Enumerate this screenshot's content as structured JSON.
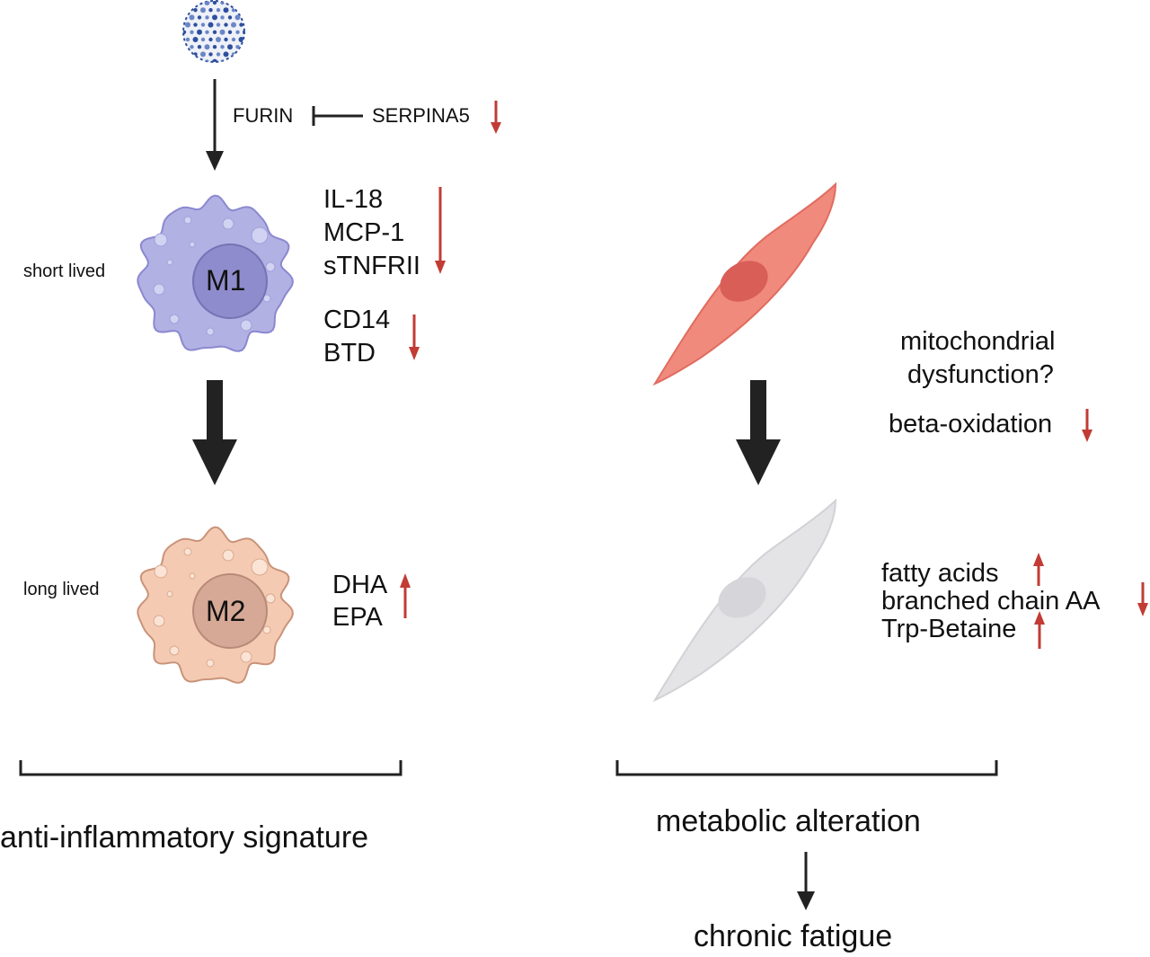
{
  "colors": {
    "down_arrow": "#c23b35",
    "up_arrow": "#c23b35",
    "flow_arrow": "#222222",
    "m1_cell": "#b1b1e4",
    "m1_nucleus": "#8e8ccc",
    "m2_cell": "#f4cbb2",
    "m2_nucleus": "#d6a896",
    "muscle_active": "#f08a7c",
    "muscle_faded": "#e4e4e6",
    "virus": "#2f4f9e"
  },
  "icons": [
    "virus-icon",
    "m1-macrophage-icon",
    "m2-macrophage-icon",
    "muscle-cell-icon",
    "faded-muscle-cell-icon",
    "inhibition-icon"
  ],
  "virus_entry": {
    "furin": "FURIN",
    "serpina5": "SERPINA5",
    "serpina5_trend": "down"
  },
  "m1": {
    "label": "M1",
    "lifespan": "short lived",
    "group1": [
      "IL-18",
      "MCP-1",
      "sTNFRII"
    ],
    "group1_trend": "down",
    "group2": [
      "CD14",
      "BTD"
    ],
    "group2_trend": "down"
  },
  "m2": {
    "label": "M2",
    "lifespan": "long lived",
    "markers": [
      "DHA",
      "EPA"
    ],
    "markers_trend": "up"
  },
  "muscle": {
    "question": [
      "mitochondrial",
      "dysfunction?"
    ],
    "beta_oxidation": "beta-oxidation",
    "beta_oxidation_trend": "down",
    "metabolites": [
      {
        "name": "fatty acids",
        "trend": "up"
      },
      {
        "name": "branched chain AA",
        "trend": "down"
      },
      {
        "name": "Trp-Betaine",
        "trend": "up"
      }
    ]
  },
  "outcomes": {
    "left": "anti-inflammatory signature",
    "right": "metabolic alteration",
    "final": "chronic fatigue"
  }
}
